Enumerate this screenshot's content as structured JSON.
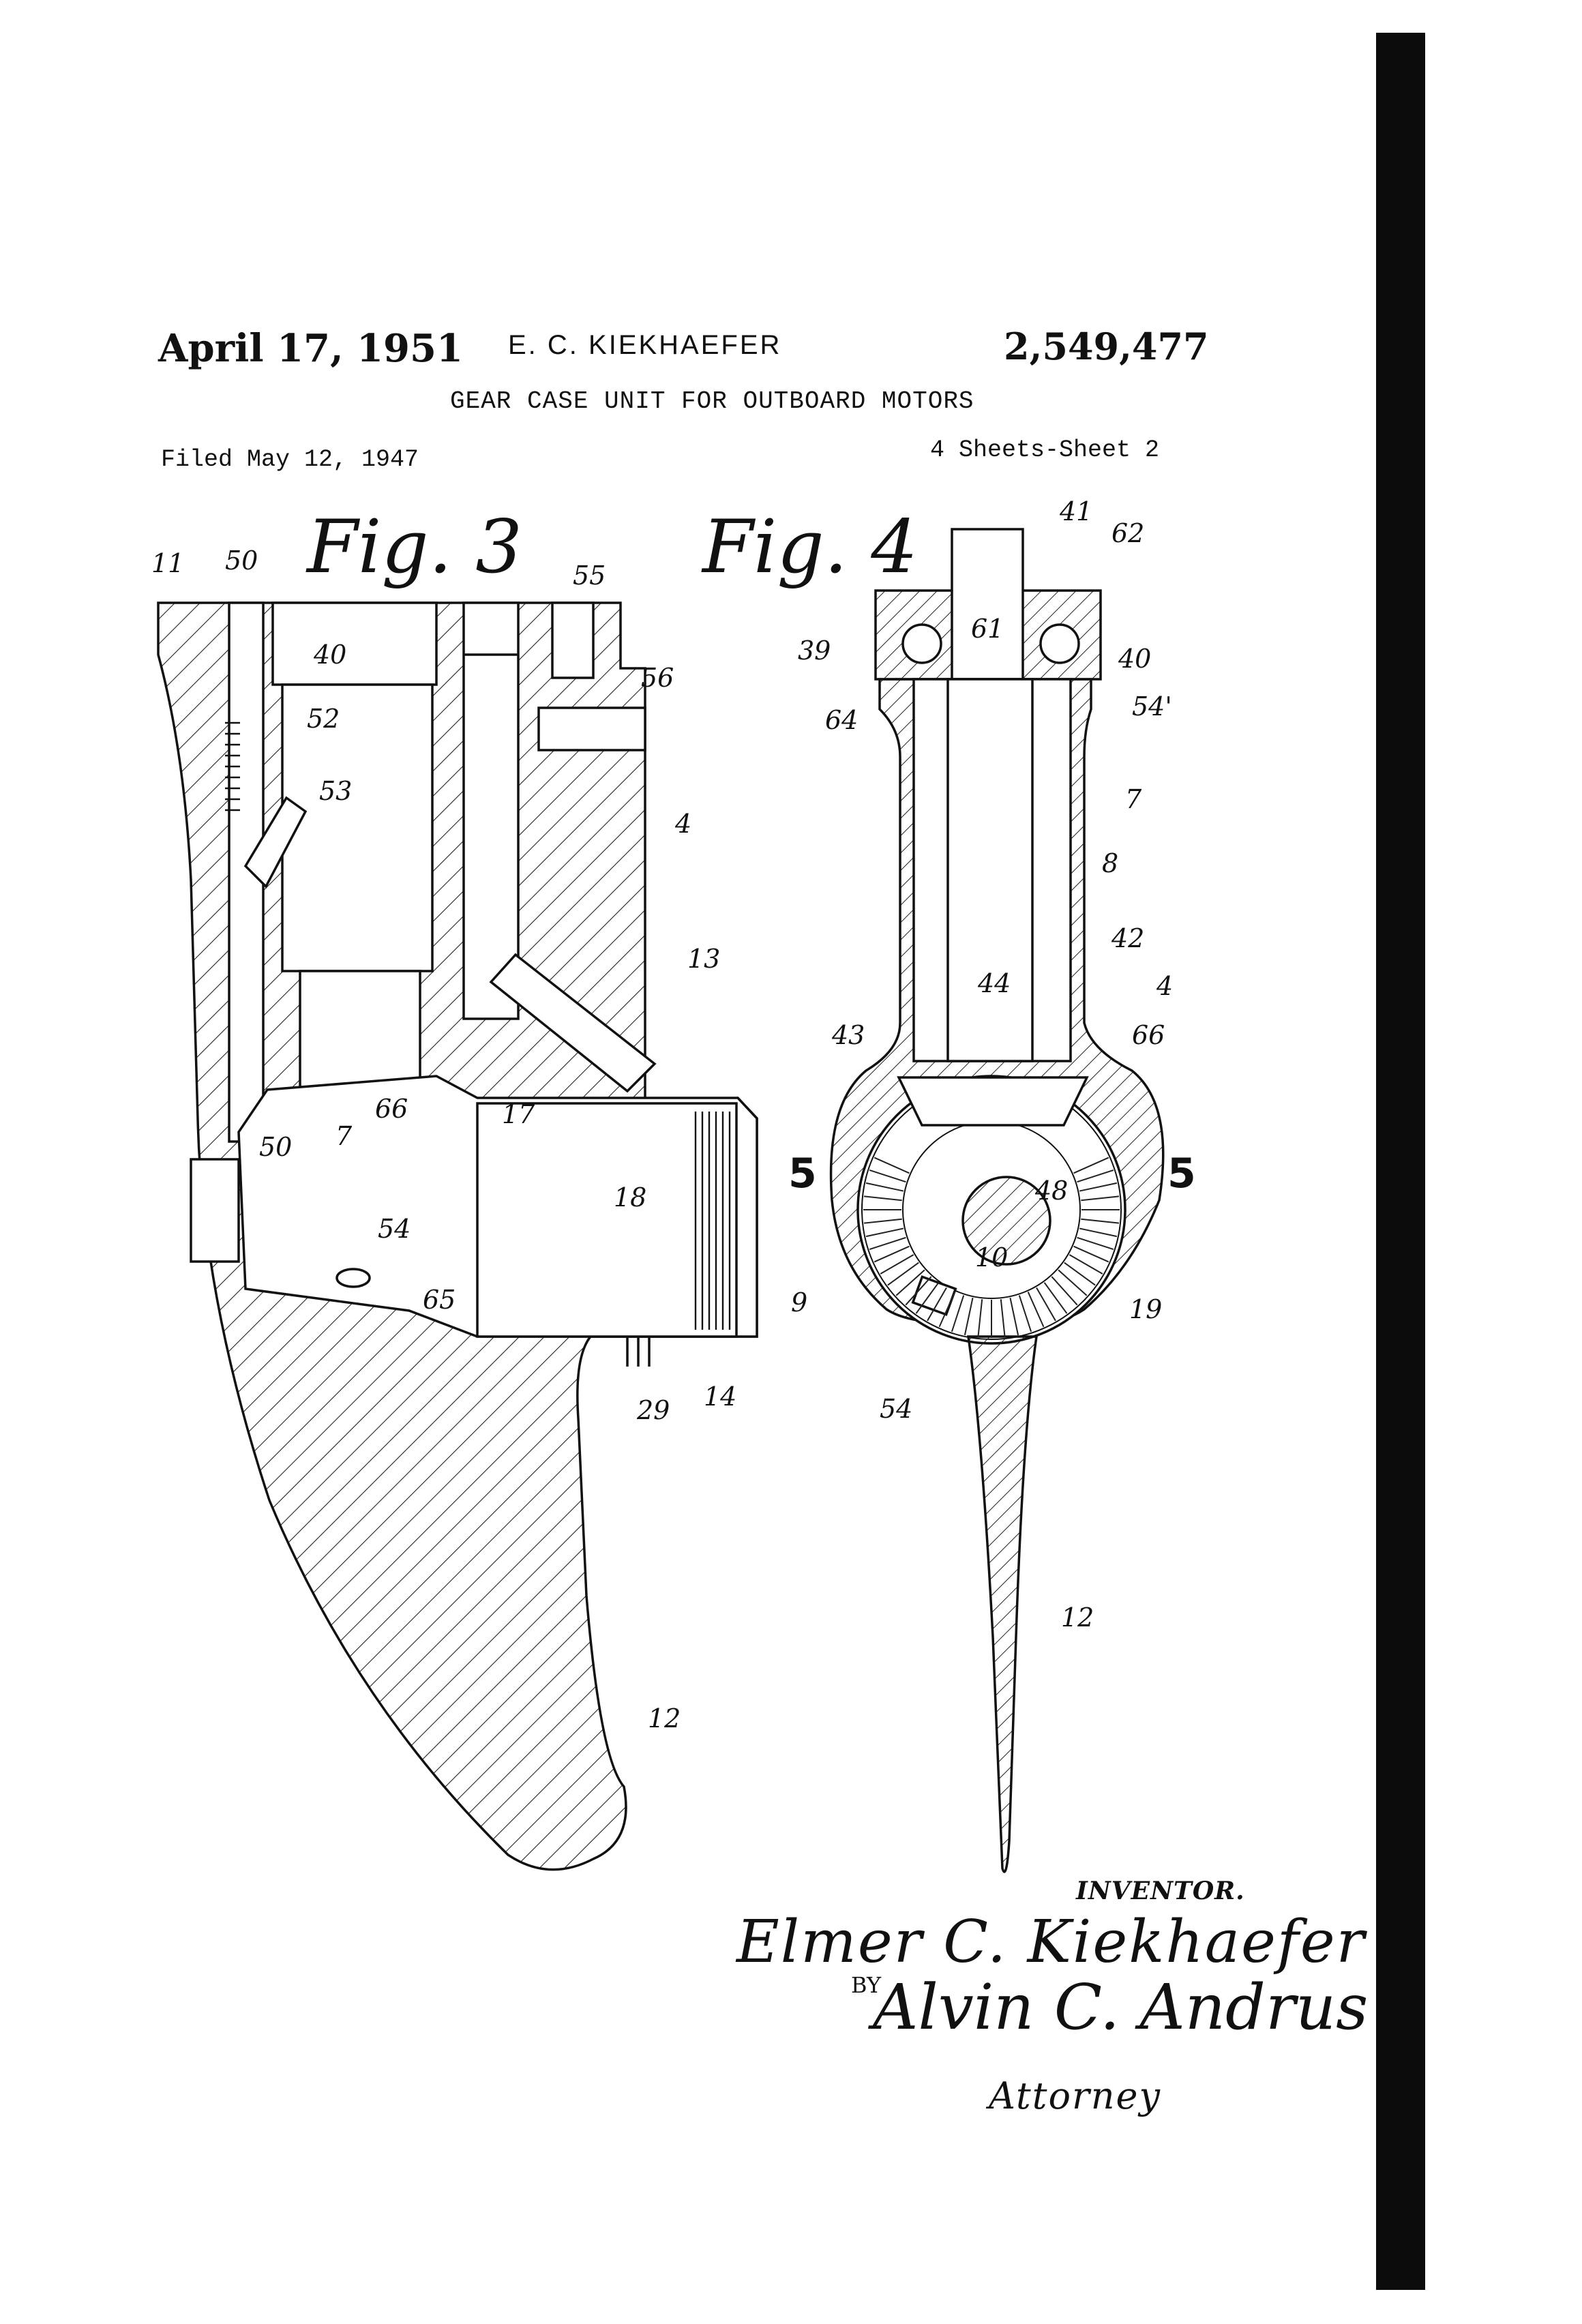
{
  "header": {
    "date": "April 17, 1951",
    "inventor": "E. C. KIEKHAEFER",
    "patent_number": "2,549,477",
    "title": "GEAR CASE UNIT FOR OUTBOARD MOTORS",
    "filed": "Filed May 12, 1947",
    "sheets": "4 Sheets-Sheet 2"
  },
  "figures": {
    "fig3": "Fig. 3",
    "fig4": "Fig. 4"
  },
  "fig3_refs": [
    "11",
    "50",
    "55",
    "40",
    "56",
    "52",
    "53",
    "4",
    "13",
    "66",
    "17",
    "7",
    "50",
    "18",
    "54",
    "65",
    "9",
    "29",
    "14",
    "12"
  ],
  "fig4_refs": [
    "41",
    "62",
    "39",
    "61",
    "40",
    "64",
    "54'",
    "7",
    "8",
    "42",
    "4",
    "44",
    "66",
    "43",
    "48",
    "10",
    "19",
    "54",
    "12"
  ],
  "section_marks": [
    "5",
    "5"
  ],
  "signature_block": {
    "inventor_label": "INVENTOR.",
    "inventor_signature": "Elmer C. Kiekhaefer",
    "by": "BY",
    "attorney_signature": "Alvin C. Andrus",
    "attorney_label": "Attorney"
  }
}
